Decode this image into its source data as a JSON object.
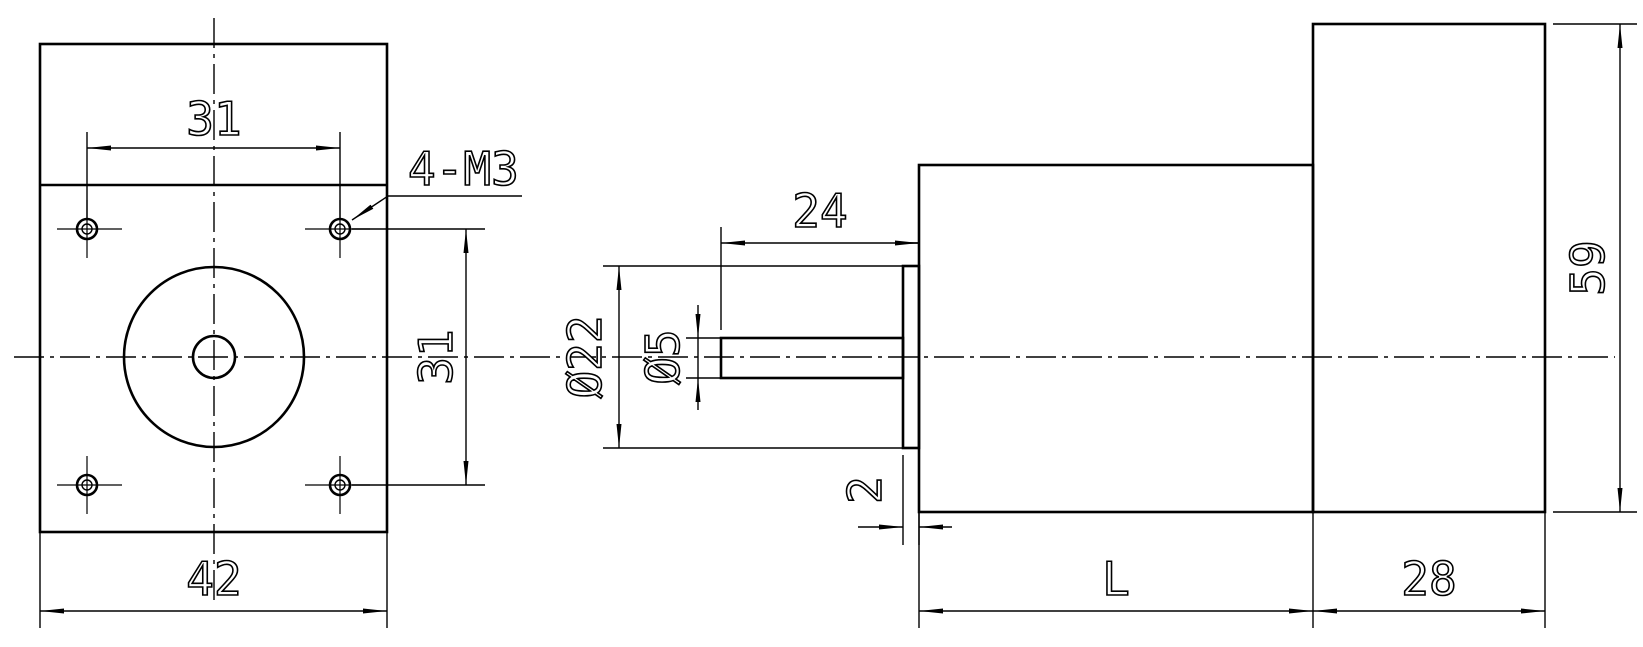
{
  "front_view": {
    "hole_spacing_horizontal": "31",
    "hole_spacing_vertical": "31",
    "hole_callout": "4-M3",
    "overall_width": "42"
  },
  "side_view": {
    "shaft_length": "24",
    "pilot_diameter": "Ø22",
    "shaft_diameter": "Ø5",
    "pilot_thickness": "2",
    "body_length": "L",
    "gearbox_length": "28",
    "gearbox_height": "59"
  }
}
